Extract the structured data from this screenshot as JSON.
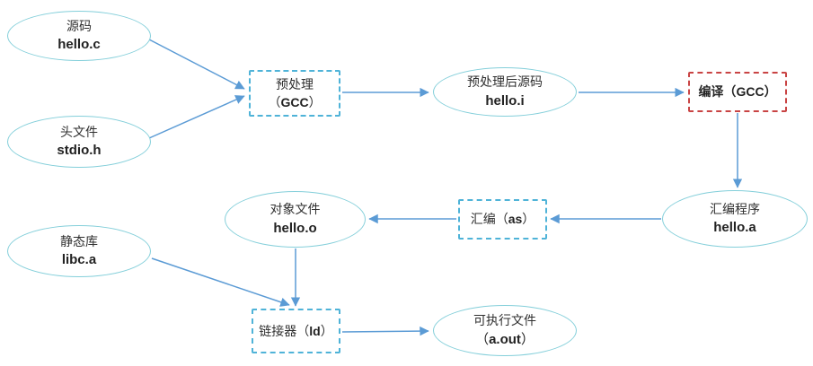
{
  "colors": {
    "ellipse_stroke": "#84cfda",
    "blue_box_stroke": "#4fb3d8",
    "red_box_stroke": "#c94444",
    "arrow": "#5b9bd5",
    "text": "#2f2f2f"
  },
  "nodes": {
    "source": {
      "line1": "源码",
      "line2": "hello.c"
    },
    "header": {
      "line1": "头文件",
      "line2": "stdio.h"
    },
    "preprocess": {
      "line1": "预处理",
      "pre": "（",
      "em": "GCC",
      "post": "）"
    },
    "preprocessed": {
      "line1": "预处理后源码",
      "line2": "hello.i"
    },
    "compile": {
      "pre": "编译（",
      "em": "GCC",
      "post": "）"
    },
    "assembly_program": {
      "line1": "汇编程序",
      "line2": "hello.a"
    },
    "assemble": {
      "pre": "汇编（",
      "em": "as",
      "post": "）"
    },
    "object_file": {
      "line1": "对象文件",
      "line2": "hello.o"
    },
    "static_lib": {
      "line1": "静态库",
      "line2": "libc.a"
    },
    "linker": {
      "pre": "链接器（",
      "em": "ld",
      "post": "）"
    },
    "executable": {
      "line1": "可执行文件",
      "pre": "（",
      "em": "a.out",
      "post": "）"
    }
  },
  "edges": [
    {
      "from": "source",
      "to": "preprocess"
    },
    {
      "from": "header",
      "to": "preprocess"
    },
    {
      "from": "preprocess",
      "to": "preprocessed"
    },
    {
      "from": "preprocessed",
      "to": "compile"
    },
    {
      "from": "compile",
      "to": "assembly_program"
    },
    {
      "from": "assembly_program",
      "to": "assemble"
    },
    {
      "from": "assemble",
      "to": "object_file"
    },
    {
      "from": "object_file",
      "to": "linker"
    },
    {
      "from": "static_lib",
      "to": "linker"
    },
    {
      "from": "linker",
      "to": "executable"
    }
  ]
}
